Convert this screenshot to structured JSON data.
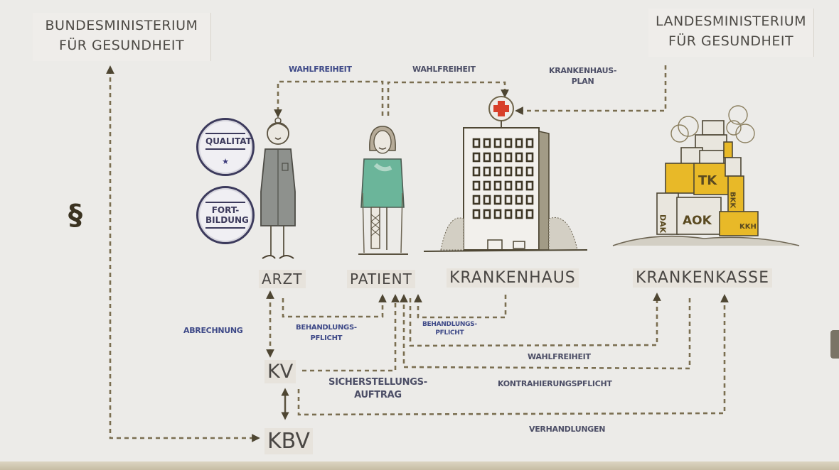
{
  "ministries": {
    "federal": {
      "line1": "BUNDESMINISTERIUM",
      "line2": "FÜR GESUNDHEIT"
    },
    "state": {
      "line1": "LANDESMINISTERIUM",
      "line2": "FÜR GESUNDHEIT"
    }
  },
  "symbols": {
    "paragraph": "§"
  },
  "actors": {
    "arzt": "ARZT",
    "patient": "PATIENT",
    "krankenhaus": "KRANKENHAUS",
    "krankenkasse": "KRANKENKASSE",
    "kv": "KV",
    "kbv": "KBV"
  },
  "stamps": {
    "qualitaet": "QUALITAT",
    "fortbildung_1": "FORT-",
    "fortbildung_2": "BILDUNG",
    "star": "★"
  },
  "insurers": [
    "TK",
    "DAK",
    "AOK",
    "BKK",
    "KKH"
  ],
  "relations": {
    "wahlfreiheit_arzt": "WAHLFREIHEIT",
    "wahlfreiheit_krankenhaus": "WAHLFREIHEIT",
    "krankenhausplan_1": "KRANKENHAUS-",
    "krankenhausplan_2": "PLAN",
    "abrechnung": "ABRECHNUNG",
    "behandlungspflicht_arzt_1": "BEHANDLUNGS-",
    "behandlungspflicht_arzt_2": "PFLICHT",
    "behandlungspflicht_kh_1": "BEHANDLUNGS-",
    "behandlungspflicht_kh_2": "PFLICHT",
    "wahlfreiheit_kasse": "WAHLFREIHEIT",
    "sicherstellung_1": "SICHERSTELLUNGS-",
    "sicherstellung_2": "AUFTRAG",
    "kontrahierungspflicht": "KONTRAHIERUNGSPFLICHT",
    "verhandlungen": "VERHANDLUNGEN"
  },
  "colors": {
    "background": "#ecebe8",
    "arrow": "#6e644a",
    "note_blue": "#3f4a88",
    "label_gray": "#4a4744",
    "cross_red": "#d8402a",
    "box_yellow": "#e8b928",
    "sweater_green": "#6bb59a"
  }
}
